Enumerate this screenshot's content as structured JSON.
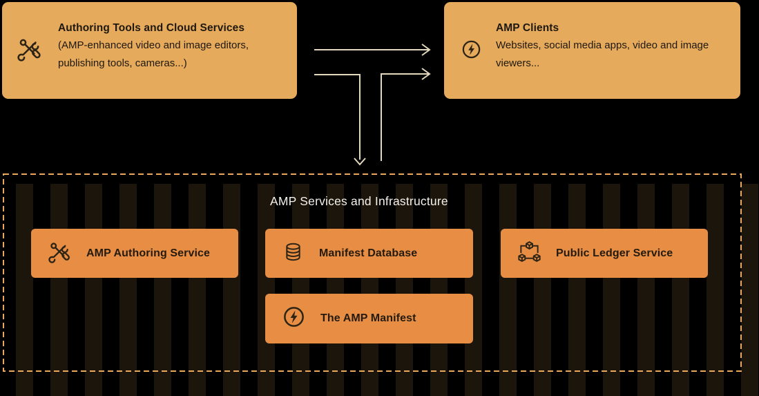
{
  "colors": {
    "background": "#000000",
    "top_card_fill": "#E5AA5B",
    "service_card_fill": "#E78E44",
    "dashed_border": "#EDA95B",
    "stripe_dark": "#1C150C",
    "arrow": "#E4D8BD",
    "dark_text": "#1E180F",
    "light_text": "#F4F1EC"
  },
  "top_left_card": {
    "title": "Authoring Tools and Cloud Services",
    "body_line1": "(AMP-enhanced video and image editors,",
    "body_line2": "publishing tools, cameras...)",
    "icon": "tools-icon"
  },
  "top_right_card": {
    "title": "AMP Clients",
    "body_line1": "Websites, social media apps, video and image",
    "body_line2": "viewers...",
    "icon": "bolt-circle-icon"
  },
  "services": {
    "title": "AMP Services and Infrastructure",
    "boxes": [
      {
        "label": "AMP Authoring Service",
        "icon": "tools-icon"
      },
      {
        "label": "Manifest Database",
        "icon": "database-icon"
      },
      {
        "label": "Public Ledger Service",
        "icon": "blockchain-icon"
      },
      {
        "label": "The AMP Manifest",
        "icon": "bolt-circle-icon"
      }
    ]
  }
}
